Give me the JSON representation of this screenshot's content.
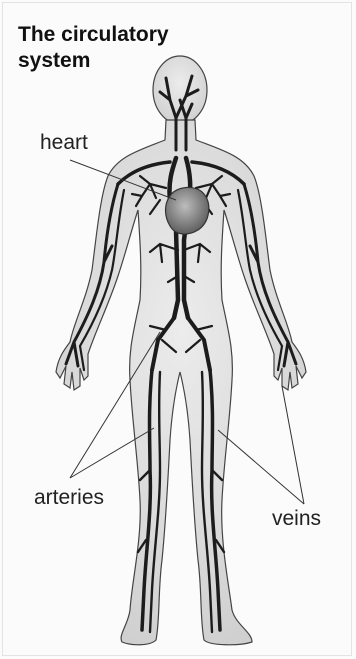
{
  "title": {
    "line1": "The circulatory",
    "line2": "system"
  },
  "labels": {
    "heart": "heart",
    "arteries": "arteries",
    "veins": "veins"
  },
  "colors": {
    "body_fill": "#e2e2e2",
    "body_outline": "#444444",
    "vessels": "#1c1c1c",
    "heart": "#7a7a7a"
  }
}
